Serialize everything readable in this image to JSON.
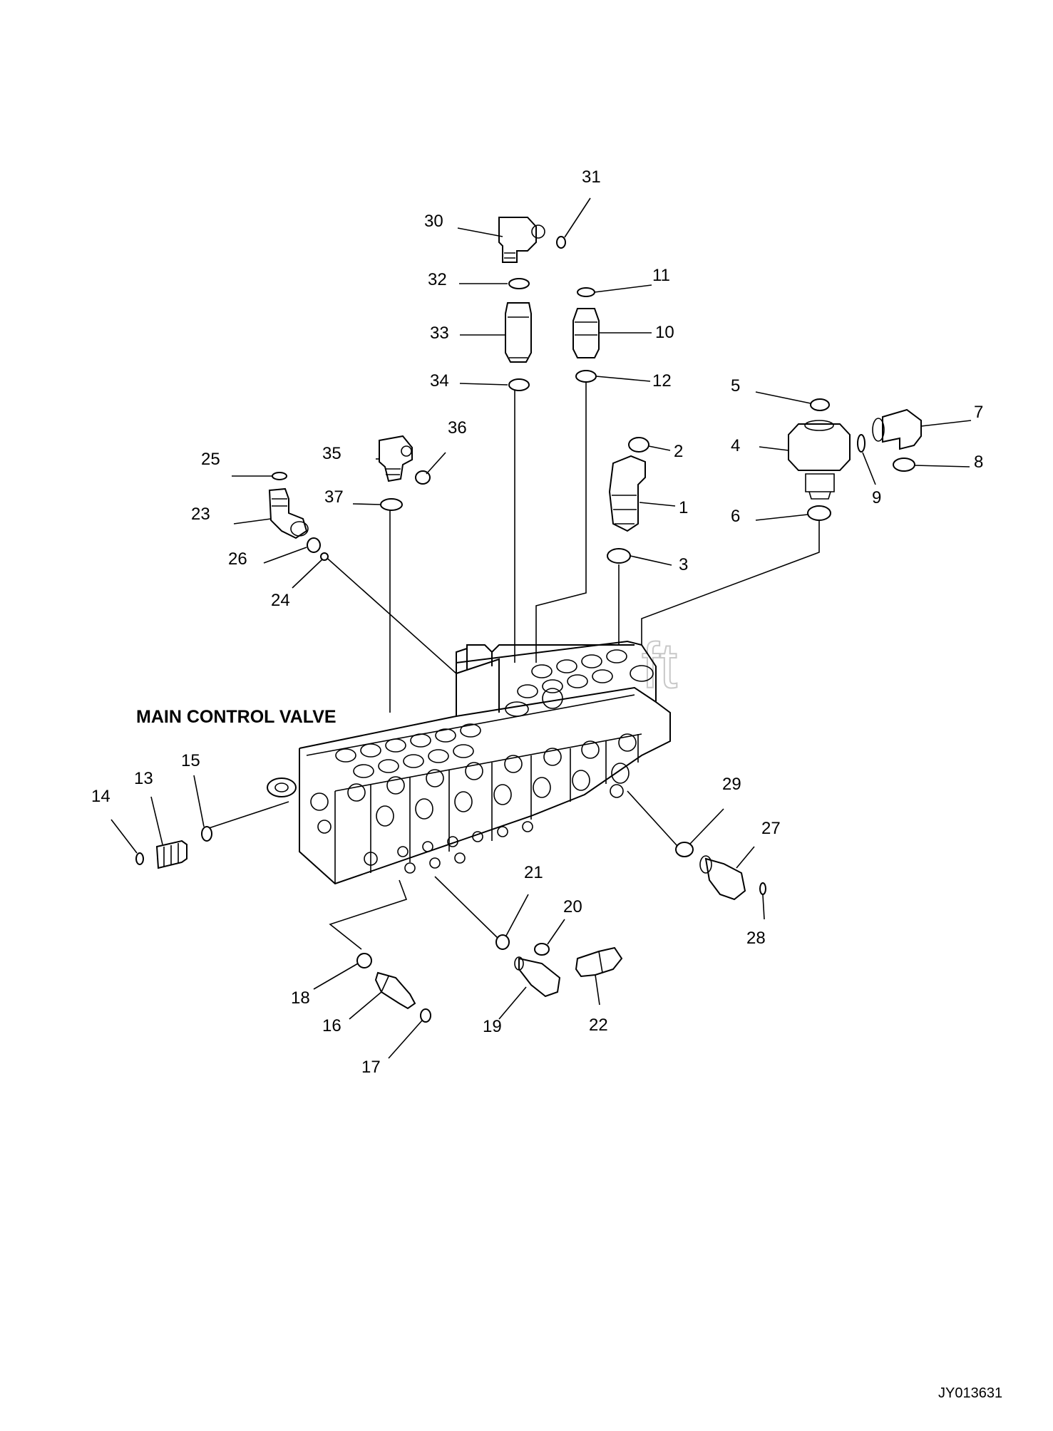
{
  "diagram": {
    "title": "MAIN CONTROL VALVE",
    "drawing_code": "JY013631",
    "watermark": "ft",
    "callouts": [
      "1",
      "2",
      "3",
      "4",
      "5",
      "6",
      "7",
      "8",
      "9",
      "10",
      "11",
      "12",
      "13",
      "14",
      "15",
      "16",
      "17",
      "18",
      "19",
      "20",
      "21",
      "22",
      "23",
      "24",
      "25",
      "26",
      "27",
      "28",
      "29",
      "30",
      "31",
      "32",
      "33",
      "34",
      "35",
      "36",
      "37"
    ]
  }
}
